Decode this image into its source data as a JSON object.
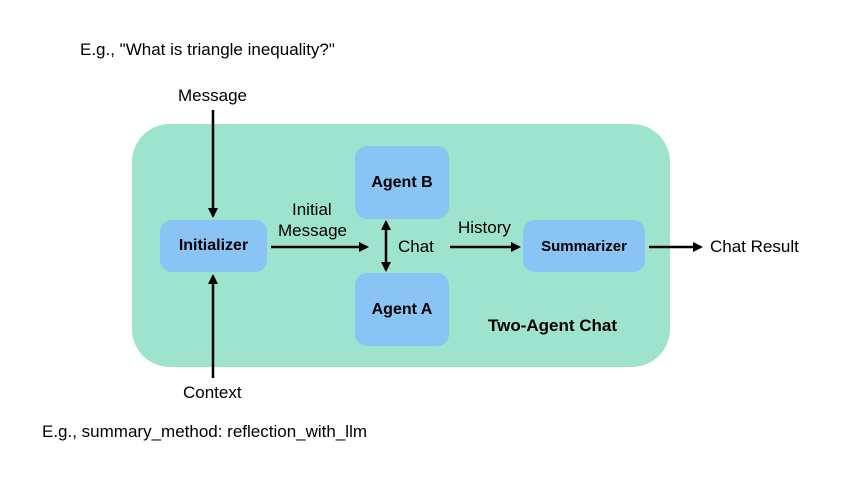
{
  "examples": {
    "message_example": "E.g., \"What is triangle inequality?\"",
    "context_example": "E.g., summary_method: reflection_with_llm"
  },
  "inputs": {
    "message": "Message",
    "context": "Context"
  },
  "group": {
    "label": "Two-Agent Chat"
  },
  "nodes": {
    "initializer": "Initializer",
    "agent_b": "Agent B",
    "agent_a": "Agent A",
    "summarizer": "Summarizer"
  },
  "edges": {
    "initial_message_line1": "Initial",
    "initial_message_line2": "Message",
    "chat": "Chat",
    "history": "History"
  },
  "output": {
    "chat_result": "Chat Result"
  },
  "colors": {
    "group_fill": "#9de3cd",
    "node_fill": "#89c4f4",
    "arrow": "#000000"
  }
}
